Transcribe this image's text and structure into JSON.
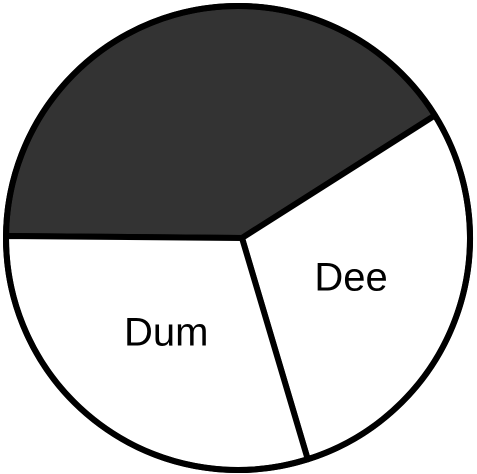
{
  "chart_data": {
    "type": "pie",
    "title": "",
    "slices": [
      {
        "label": "",
        "value": 41,
        "color": "#333333"
      },
      {
        "label": "Dee",
        "value": 29,
        "color": "#ffffff"
      },
      {
        "label": "Dum",
        "value": 30,
        "color": "#ffffff"
      }
    ],
    "outline_color": "#000000"
  }
}
